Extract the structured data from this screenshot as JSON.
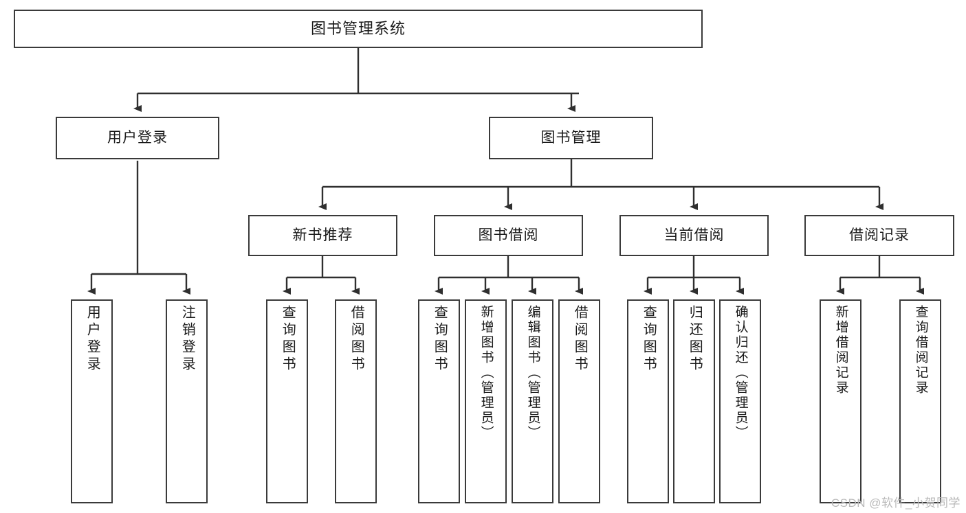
{
  "diagram": {
    "title": "图书管理系统",
    "type": "hierarchy-tree",
    "watermark": "CSDN @软件_小贺同学",
    "colors": {
      "box_border": "#3a3a3a",
      "box_fill": "#ffffff",
      "connector": "#2f2f2f",
      "text": "#1a1a1a",
      "watermark": "#b9b9b9"
    },
    "levels": {
      "level1": [
        {
          "id": "root",
          "label": "图书管理系统"
        }
      ],
      "level2": [
        {
          "id": "user-login",
          "label": "用户登录"
        },
        {
          "id": "book-management",
          "label": "图书管理"
        }
      ],
      "level3": [
        {
          "id": "new-book-recommend",
          "label": "新书推荐"
        },
        {
          "id": "book-borrow",
          "label": "图书借阅"
        },
        {
          "id": "current-borrow",
          "label": "当前借阅"
        },
        {
          "id": "borrow-record",
          "label": "借阅记录"
        }
      ],
      "level4": {
        "user-login": [
          {
            "id": "leaf-user-login",
            "label": "用户登录"
          },
          {
            "id": "leaf-logout",
            "label": "注销登录"
          }
        ],
        "new-book-recommend": [
          {
            "id": "leaf-query-book-1",
            "label": "查询图书"
          },
          {
            "id": "leaf-borrow-book-1",
            "label": "借阅图书"
          }
        ],
        "book-borrow": [
          {
            "id": "leaf-query-book-2",
            "label": "查询图书"
          },
          {
            "id": "leaf-add-book",
            "label": "新增图书（管理员）"
          },
          {
            "id": "leaf-edit-book",
            "label": "编辑图书（管理员）"
          },
          {
            "id": "leaf-borrow-book-2",
            "label": "借阅图书"
          }
        ],
        "current-borrow": [
          {
            "id": "leaf-query-book-3",
            "label": "查询图书"
          },
          {
            "id": "leaf-return-book",
            "label": "归还图书"
          },
          {
            "id": "leaf-confirm-return",
            "label": "确认归还（管理员）"
          }
        ],
        "borrow-record": [
          {
            "id": "leaf-add-record",
            "label": "新增借阅记录"
          },
          {
            "id": "leaf-query-record",
            "label": "查询借阅记录"
          }
        ]
      }
    }
  }
}
